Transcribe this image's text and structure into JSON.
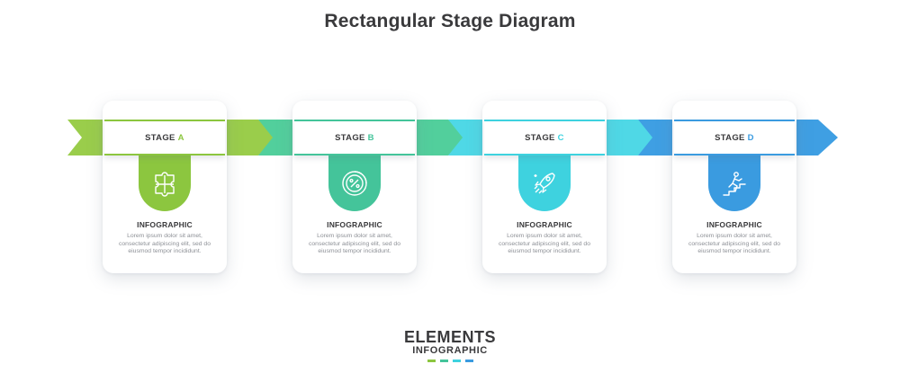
{
  "title": "Rectangular Stage Diagram",
  "stages": [
    {
      "label": "STAGE",
      "letter": "A",
      "color": "#8cc63f",
      "arrow_color": "#9acd4b",
      "icon": "puzzle-icon",
      "info_title": "INFOGRAPHIC",
      "info_body": "Lorem ipsum dolor sit amet, consectetur adipiscing elit, sed do eiusmod tempor incididunt."
    },
    {
      "label": "STAGE",
      "letter": "B",
      "color": "#44c49a",
      "arrow_color": "#52cf9c",
      "icon": "percent-chart-icon",
      "info_title": "INFOGRAPHIC",
      "info_body": "Lorem ipsum dolor sit amet, consectetur adipiscing elit, sed do eiusmod tempor incididunt."
    },
    {
      "label": "STAGE",
      "letter": "C",
      "color": "#3ed2df",
      "arrow_color": "#4fd8e6",
      "icon": "rocket-icon",
      "info_title": "INFOGRAPHIC",
      "info_body": "Lorem ipsum dolor sit amet, consectetur adipiscing elit, sed do eiusmod tempor incididunt."
    },
    {
      "label": "STAGE",
      "letter": "D",
      "color": "#3a9be0",
      "arrow_color": "#3f9fe3",
      "icon": "stairs-runner-icon",
      "info_title": "INFOGRAPHIC",
      "info_body": "Lorem ipsum dolor sit amet, consectetur adipiscing elit, sed do eiusmod tempor incididunt."
    }
  ],
  "footer": {
    "brand": "ELEMENTS",
    "subtitle": "INFOGRAPHIC",
    "dash_colors": [
      "#8cc63f",
      "#44c49a",
      "#3ed2df",
      "#3a9be0"
    ]
  }
}
